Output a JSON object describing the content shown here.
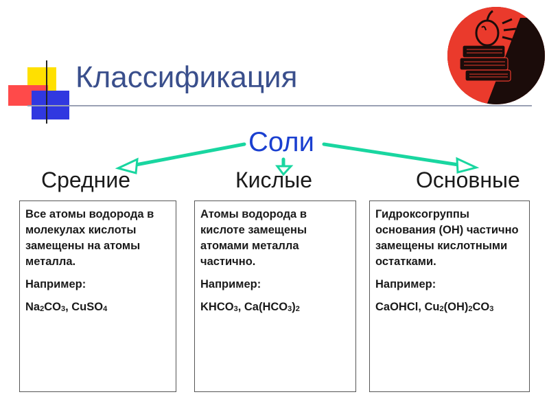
{
  "header": {
    "title": "Классификация"
  },
  "diagram": {
    "root": "Соли",
    "categories": [
      {
        "name": "Средние",
        "description": "Все атомы водорода в молекулах кислоты замещены на атомы металла.",
        "example_label": "Например:",
        "example": "Na2CO3, CuSO4"
      },
      {
        "name": "Кислые",
        "description": "Атомы водорода в кислоте замещены атомами металла частично.",
        "example_label": "Например:",
        "example": "KHCO3, Ca(HCO3)2"
      },
      {
        "name": "Основные",
        "description": "Гидроксогруппы основания (OH) частично замещены кислотными остатками.",
        "example_label": "Например:",
        "example": "CaOHCl, Cu2(OH)2CO3"
      }
    ]
  },
  "colors": {
    "title": "#3a4f8c",
    "root": "#1a3fd0",
    "arrow": "#19d6a0",
    "logo_red": "#ea3a2c",
    "logo_dark": "#1b0c0a"
  },
  "icons": [
    "decorative-squares",
    "books-apple-logo"
  ]
}
